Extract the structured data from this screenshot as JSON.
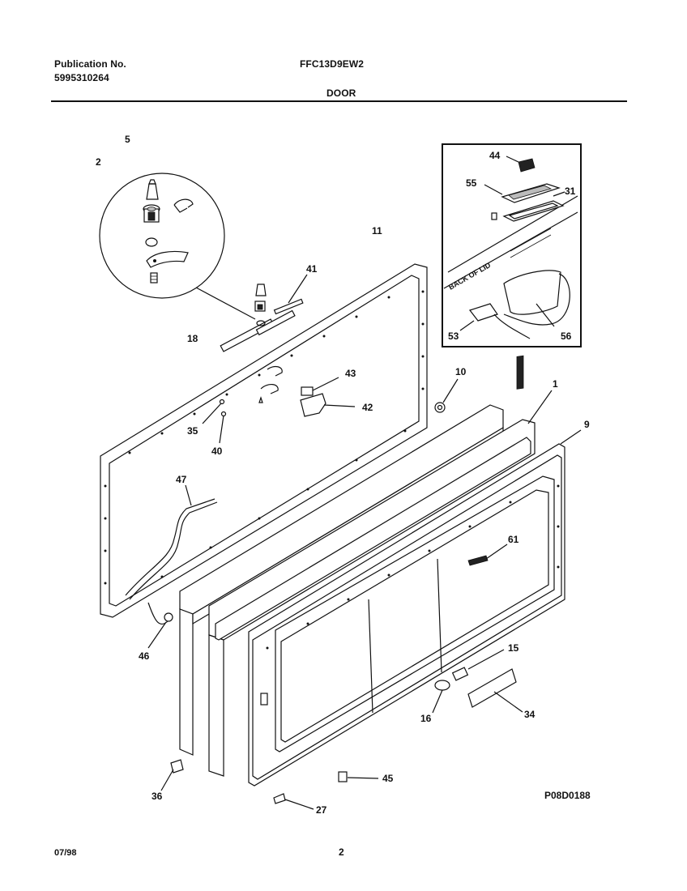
{
  "header": {
    "publication_label": "Publication No.",
    "publication_number": "5995310264",
    "model": "FFC13D9EW2",
    "section": "DOOR"
  },
  "footer": {
    "date": "07/98",
    "page": "2",
    "drawing_id": "P08D0188"
  },
  "inset": {
    "lid_label": "BACK OF LID"
  },
  "callouts": {
    "c5": "5",
    "c2": "2",
    "c11": "11",
    "c41": "41",
    "c18": "18",
    "c43": "43",
    "c42": "42",
    "c35": "35",
    "c40": "40",
    "c10": "10",
    "c1": "1",
    "c9": "9",
    "c47": "47",
    "c61": "61",
    "c46": "46",
    "c15": "15",
    "c16": "16",
    "c34": "34",
    "c36": "36",
    "c45": "45",
    "c27": "27",
    "c44": "44",
    "c55": "55",
    "c31": "31",
    "c53": "53",
    "c56": "56"
  }
}
